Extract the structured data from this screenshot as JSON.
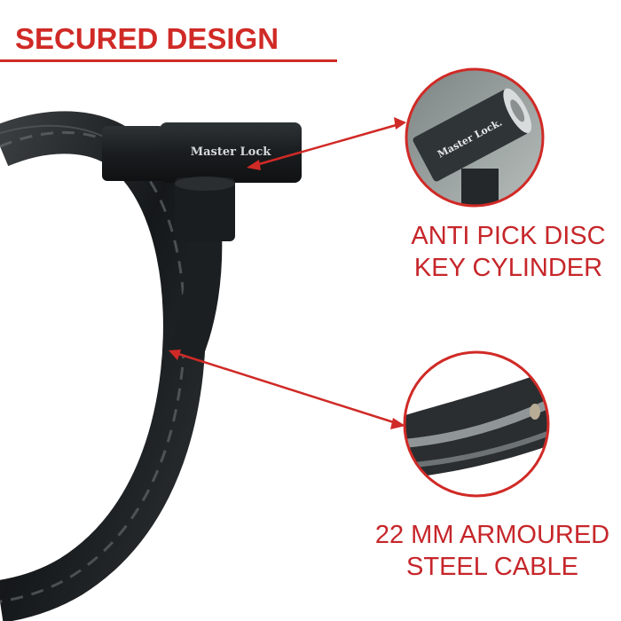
{
  "header": {
    "title": "SECURED DESIGN"
  },
  "product": {
    "brand_label": "Master Lock"
  },
  "callouts": [
    {
      "line1": "ANTI PICK DISC",
      "line2": "KEY CYLINDER",
      "target": "lock-head-key-cylinder"
    },
    {
      "line1": "22 MM ARMOURED",
      "line2": "STEEL CABLE",
      "target": "armoured-cable"
    }
  ],
  "colors": {
    "accent_red": "#d02a26",
    "caption_red": "#c6262a",
    "lock_body": "#1e2224",
    "background": "#ffffff"
  }
}
